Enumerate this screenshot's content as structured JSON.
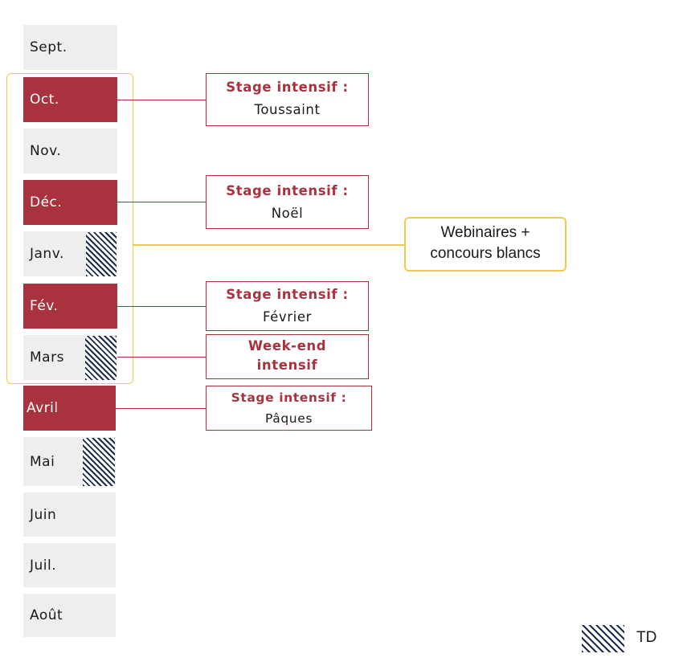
{
  "months": {
    "sept": "Sept.",
    "oct": "Oct.",
    "nov": "Nov.",
    "dec": "Déc.",
    "janv": "Janv.",
    "fev": "Fév.",
    "mars": "Mars",
    "avril": "Avril",
    "mai": "Mai",
    "juin": "Juin",
    "juil": "Juil.",
    "aout": "Août"
  },
  "events": {
    "toussaint": {
      "title": "Stage intensif :",
      "sub": "Toussaint"
    },
    "noel": {
      "title": "Stage intensif :",
      "sub": "Noël"
    },
    "fevrier": {
      "title": "Stage intensif :",
      "sub": "Février"
    },
    "weekend": {
      "line1": "Week-end",
      "line2": "intensif"
    },
    "paques": {
      "title": "Stage intensif :",
      "sub": "Pâques"
    }
  },
  "webinar": {
    "line1": "Webinaires +",
    "line2": "concours blancs"
  },
  "legend": {
    "label": "TD"
  },
  "colors": {
    "accent_red": "#a8323d",
    "highlight_yellow": "#f2c94c",
    "hatch_navy": "#1d2a52",
    "month_grey": "#eeeeee"
  }
}
